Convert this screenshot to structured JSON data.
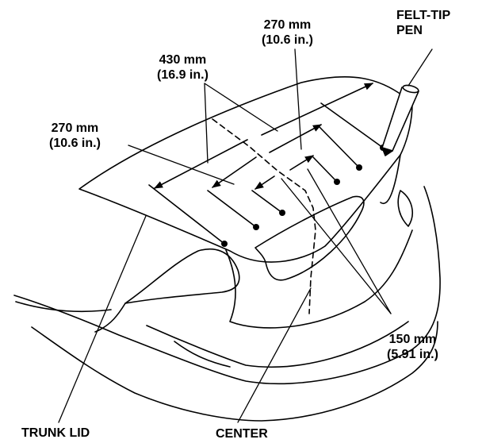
{
  "labels": {
    "felt_tip_pen": {
      "line1": "FELT-TIP",
      "line2": "PEN"
    },
    "dim_270_top": {
      "metric": "270 mm",
      "imperial": "(10.6 in.)"
    },
    "dim_430": {
      "metric": "430 mm",
      "imperial": "(16.9 in.)"
    },
    "dim_270_left": {
      "metric": "270 mm",
      "imperial": "(10.6 in.)"
    },
    "dim_150": {
      "metric": "150 mm",
      "imperial": "(5.91 in.)"
    },
    "trunk_lid": "TRUNK LID",
    "center": "CENTER"
  },
  "colors": {
    "line": "#000000",
    "background": "#ffffff"
  }
}
